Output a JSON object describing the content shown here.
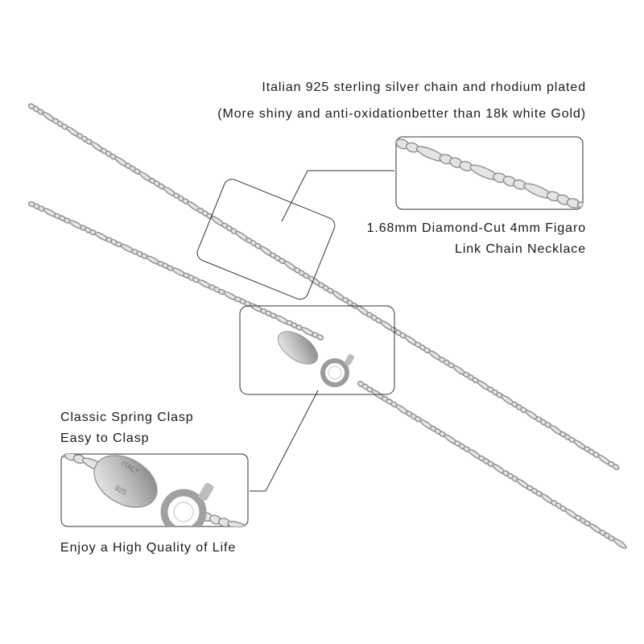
{
  "header": {
    "line1": "Italian 925 sterling silver chain and rhodium plated",
    "line2": "(More shiny and anti-oxidationbetter than 18k white Gold)"
  },
  "chain_spec": {
    "line1": "1.68mm Diamond-Cut 4mm Figaro",
    "line2": "Link Chain Necklace"
  },
  "clasp": {
    "line1": "Classic Spring Clasp",
    "line2": "Easy to Clasp",
    "tag_text1": "ITALY",
    "tag_text2": "925"
  },
  "footer": {
    "tagline": "Enjoy a High Quality of Life"
  },
  "colors": {
    "silver_dark": "#8d8d8d",
    "silver_light": "#e4e4e4",
    "callout_line": "#333333",
    "text": "#1a1a1a"
  }
}
